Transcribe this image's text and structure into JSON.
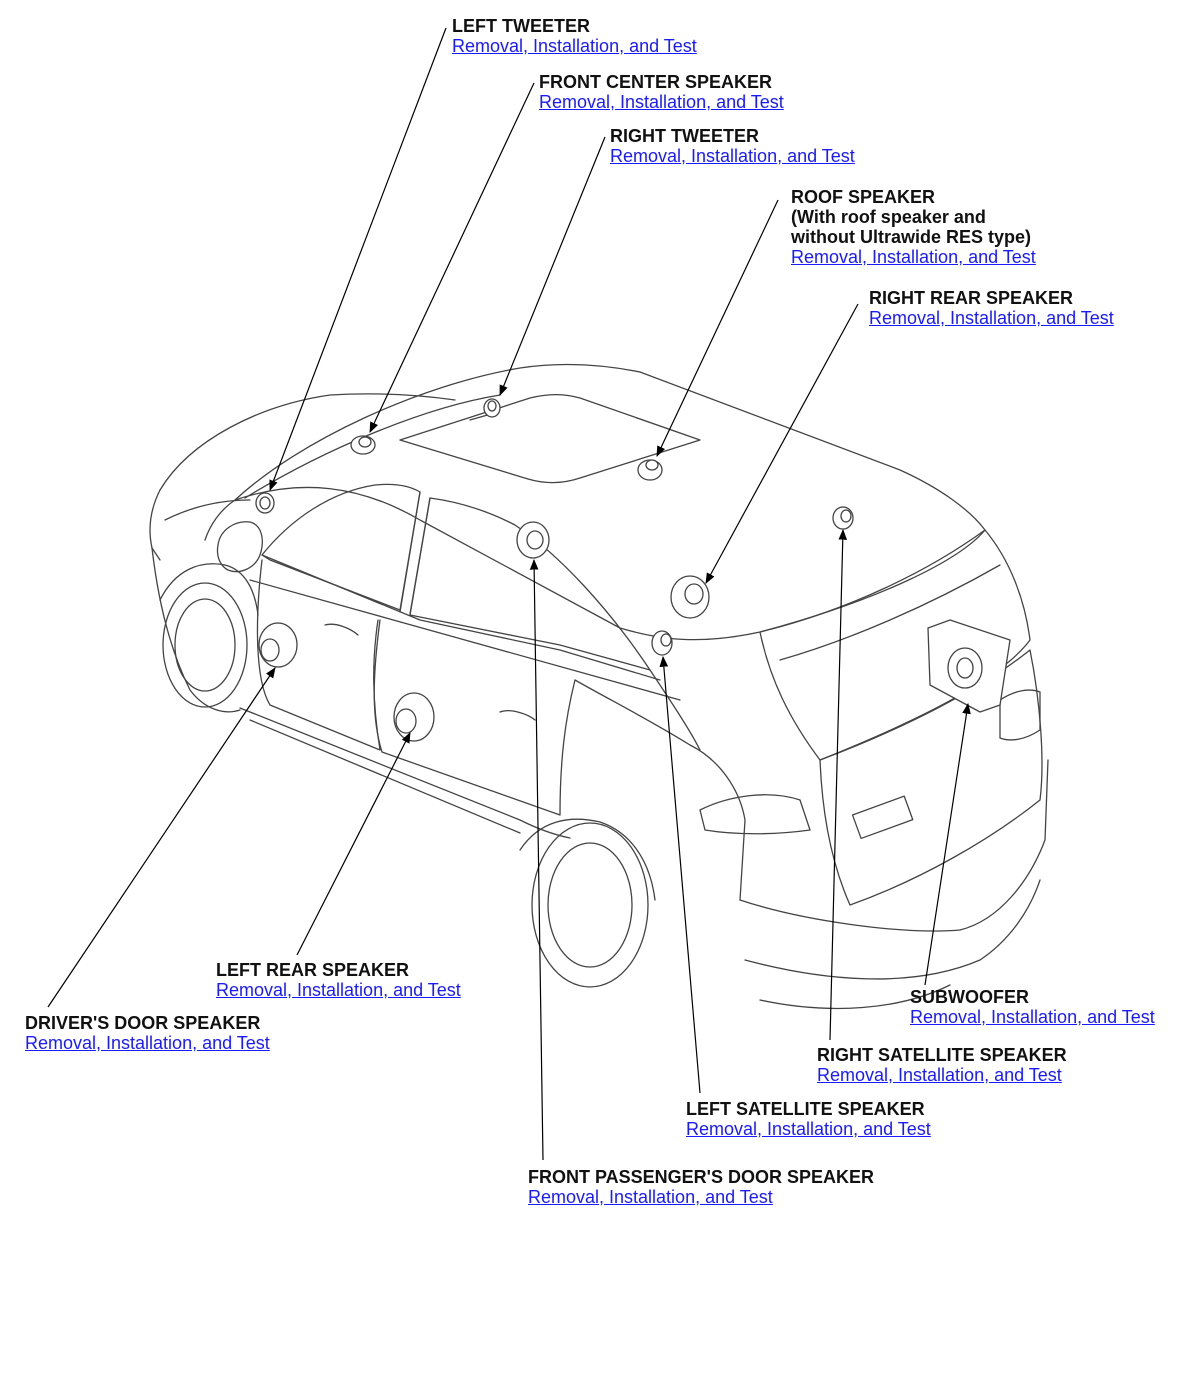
{
  "diagram": {
    "line_color": "#000000",
    "link_color": "#1a1aff",
    "callouts": [
      {
        "id": "left-tweeter",
        "title": "LEFT TWEETER",
        "link": "Removal, Installation, and Test"
      },
      {
        "id": "front-center-speaker",
        "title": "FRONT CENTER SPEAKER",
        "link": "Removal, Installation, and Test"
      },
      {
        "id": "right-tweeter",
        "title": "RIGHT TWEETER",
        "link": "Removal, Installation, and Test"
      },
      {
        "id": "roof-speaker",
        "title": "ROOF SPEAKER",
        "subtitle1": "(With roof speaker and",
        "subtitle2": "without Ultrawide RES type)",
        "link": "Removal, Installation, and Test"
      },
      {
        "id": "right-rear-speaker",
        "title": "RIGHT REAR SPEAKER",
        "link": "Removal, Installation, and Test"
      },
      {
        "id": "left-rear-speaker",
        "title": "LEFT REAR SPEAKER",
        "link": "Removal, Installation, and Test"
      },
      {
        "id": "drivers-door-speaker",
        "title": "DRIVER'S DOOR SPEAKER",
        "link": "Removal, Installation, and Test"
      },
      {
        "id": "subwoofer",
        "title": "SUBWOOFER",
        "link": "Removal, Installation, and Test"
      },
      {
        "id": "right-satellite-speaker",
        "title": "RIGHT SATELLITE SPEAKER",
        "link": "Removal, Installation, and Test"
      },
      {
        "id": "left-satellite-speaker",
        "title": "LEFT SATELLITE SPEAKER",
        "link": "Removal, Installation, and Test"
      },
      {
        "id": "front-passengers-door-speaker",
        "title": "FRONT PASSENGER'S DOOR SPEAKER",
        "link": "Removal, Installation, and Test"
      }
    ]
  }
}
